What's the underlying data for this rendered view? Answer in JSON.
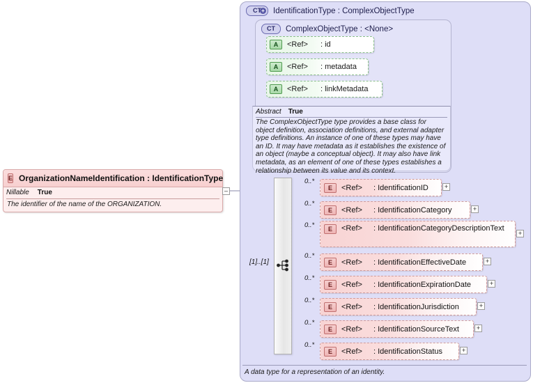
{
  "diagram": {
    "kind": "xsd-schema-diagram",
    "colors": {
      "panel_background": "#dedef7",
      "inner_panel_background": "#e3e3f8",
      "attribute_fill": "#e7f6e7",
      "element_fill": "#f8d4d4",
      "element_box_fill": "#fdeeee",
      "compositor_fill": "#e6e6e6"
    }
  },
  "complex_type_outer": {
    "badge": "CT",
    "badge_expand": "+",
    "badge_icon_name": "complextype-expand-icon",
    "title": "IdentificationType : ComplexObjectType",
    "documentation": "A data type for a representation of an identity."
  },
  "complex_type_inner": {
    "badge": "CT",
    "badge_icon_name": "complextype-icon",
    "title": "ComplexObjectType : <None>",
    "property_label": "Abstract",
    "property_value": "True",
    "documentation": "The ComplexObjectType type provides a base class for object definition, association definitions, and external adapter type definitions. An instance of one of these types may have an ID. It may have metadata as it establishes the existence of an object (maybe a conceptual object). It may also have link metadata, as an element of one of these types establishes a relationship between its value and its context."
  },
  "attributes": [
    {
      "badge": "A",
      "ref": "<Ref>",
      "name": ": id"
    },
    {
      "badge": "A",
      "ref": "<Ref>",
      "name": ": metadata"
    },
    {
      "badge": "A",
      "ref": "<Ref>",
      "name": ": linkMetadata"
    }
  ],
  "element_box": {
    "badge": "E",
    "title": "OrganizationNameIdentification : IdentificationType",
    "property_label": "Nillable",
    "property_value": "True",
    "documentation": "The identifier of the name of the ORGANIZATION.",
    "collapse_toggle": "–"
  },
  "compositor": {
    "type": "sequence",
    "icon_name": "sequence-icon",
    "cardinality": "[1]..[1]"
  },
  "elements": [
    {
      "badge": "E",
      "ref": "<Ref>",
      "name": ": IdentificationID",
      "cardinality": "0..*",
      "expand": "+"
    },
    {
      "badge": "E",
      "ref": "<Ref>",
      "name": ": IdentificationCategory",
      "cardinality": "0..*",
      "expand": "+"
    },
    {
      "badge": "E",
      "ref": "<Ref>",
      "name": ": IdentificationCategoryDescriptionText",
      "cardinality": "0..*",
      "expand": "+"
    },
    {
      "badge": "E",
      "ref": "<Ref>",
      "name": ": IdentificationEffectiveDate",
      "cardinality": "0..*",
      "expand": "+"
    },
    {
      "badge": "E",
      "ref": "<Ref>",
      "name": ": IdentificationExpirationDate",
      "cardinality": "0..*",
      "expand": "+"
    },
    {
      "badge": "E",
      "ref": "<Ref>",
      "name": ": IdentificationJurisdiction",
      "cardinality": "0..*",
      "expand": "+"
    },
    {
      "badge": "E",
      "ref": "<Ref>",
      "name": ": IdentificationSourceText",
      "cardinality": "0..*",
      "expand": "+"
    },
    {
      "badge": "E",
      "ref": "<Ref>",
      "name": ": IdentificationStatus",
      "cardinality": "0..*",
      "expand": "+"
    }
  ]
}
